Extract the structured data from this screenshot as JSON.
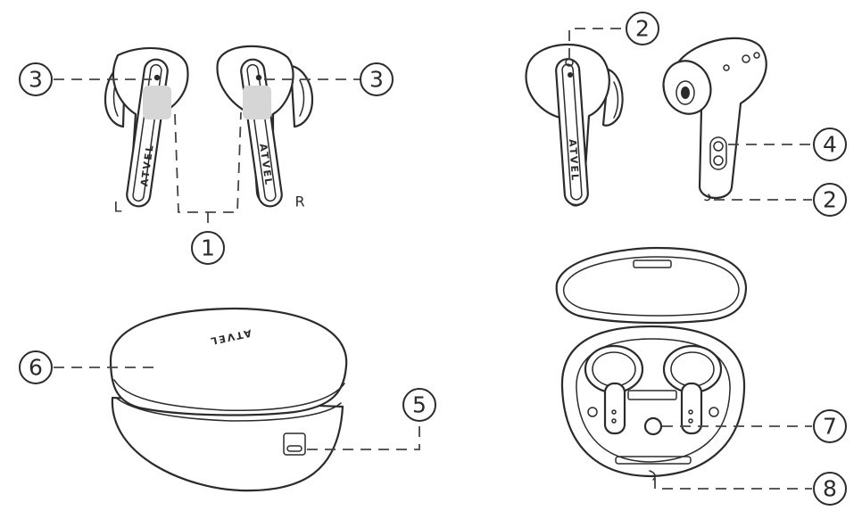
{
  "brand": "ATVEL",
  "side_labels": {
    "left": "L",
    "right": "R"
  },
  "callouts": {
    "c1": "1",
    "c2a": "2",
    "c2b": "2",
    "c3a": "3",
    "c3b": "3",
    "c4": "4",
    "c5": "5",
    "c6": "6",
    "c7": "7",
    "c8": "8"
  }
}
